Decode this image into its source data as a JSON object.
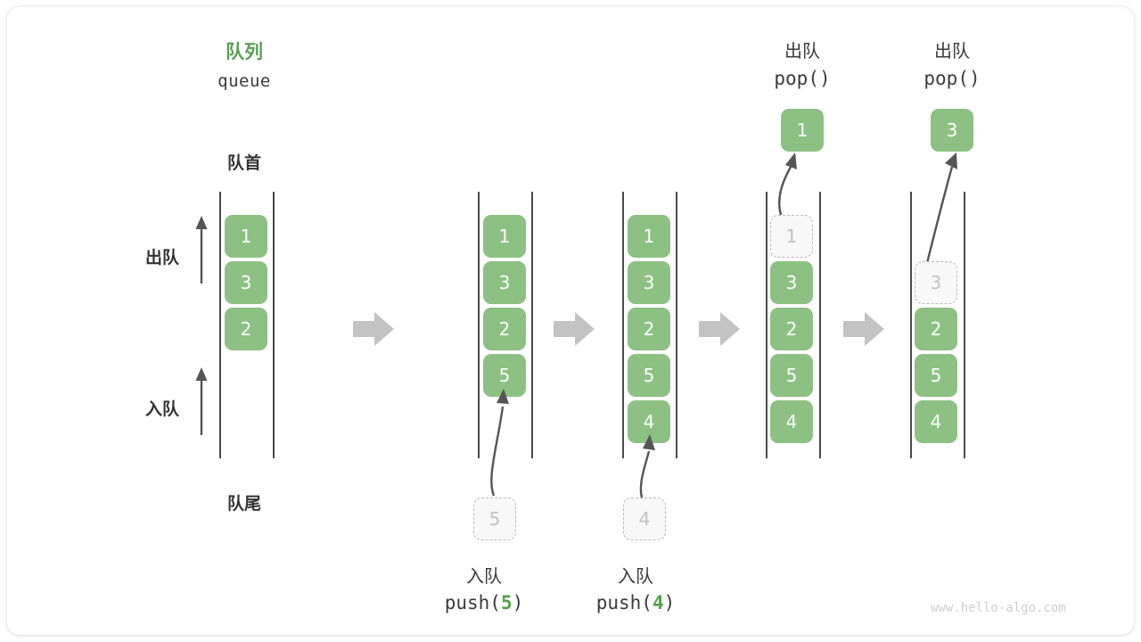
{
  "diagram": {
    "title_cn": "队列",
    "title_code": "queue",
    "front_label": "队首",
    "rear_label": "队尾",
    "dequeue_side_label": "出队",
    "enqueue_side_label": "入队",
    "watermark": "www.hello-algo.com",
    "colors": {
      "cell_green": "#8cc183",
      "title_green": "#5c9f57",
      "ghost_fill": "#f8f8f8",
      "ghost_border": "#bcbcbc",
      "rail": "#4a4a4a",
      "block_arrow": "#c3c3c3",
      "curve_arrow": "#555555",
      "text": "#3b3b3b",
      "watermark": "#cfcfcf"
    }
  },
  "steps": [
    {
      "id": "initial",
      "cells": [
        "1",
        "3",
        "2"
      ],
      "ghost_top": null,
      "op_cn": null,
      "op_code": null,
      "result_cell": null,
      "push_ghost": null
    },
    {
      "id": "push-5",
      "cells": [
        "1",
        "3",
        "2",
        "5"
      ],
      "ghost_top": null,
      "op_cn": "入队",
      "op_code_prefix": "push(",
      "op_code_num": "5",
      "op_code_suffix": ")",
      "push_ghost": "5",
      "result_cell": null
    },
    {
      "id": "push-4",
      "cells": [
        "1",
        "3",
        "2",
        "5",
        "4"
      ],
      "ghost_top": null,
      "op_cn": "入队",
      "op_code_prefix": "push(",
      "op_code_num": "4",
      "op_code_suffix": ")",
      "push_ghost": "4",
      "result_cell": null
    },
    {
      "id": "pop-1",
      "cells": [
        "3",
        "2",
        "5",
        "4"
      ],
      "ghost_top": "1",
      "op_cn": "出队",
      "op_code": "pop()",
      "result_cell": "1"
    },
    {
      "id": "pop-3",
      "cells": [
        "2",
        "5",
        "4"
      ],
      "ghost_top": "3",
      "op_cn": "出队",
      "op_code": "pop()",
      "result_cell": "3"
    }
  ],
  "block_arrows": [
    {
      "name": "transition-1"
    },
    {
      "name": "transition-2"
    },
    {
      "name": "transition-3"
    },
    {
      "name": "transition-4"
    }
  ]
}
